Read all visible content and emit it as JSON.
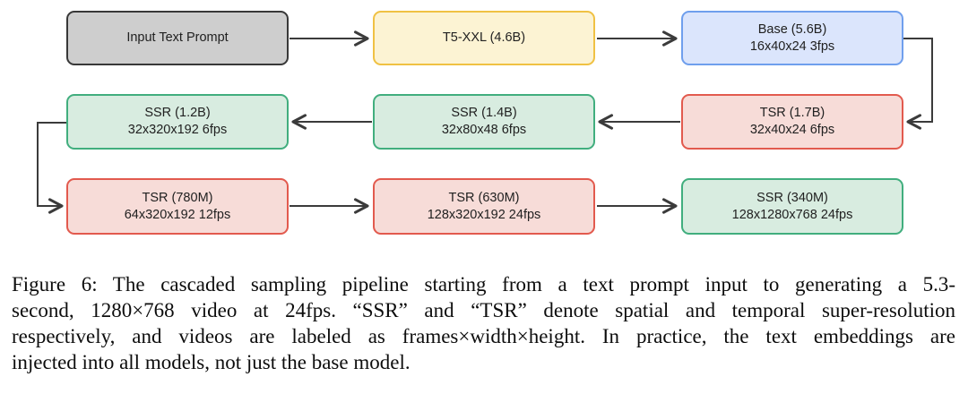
{
  "figure": {
    "label": "Figure 6:",
    "caption_full": "Figure 6: The cascaded sampling pipeline starting from a text prompt input to generating a 5.3-second, 1280×768 video at 24fps. “SSR” and “TSR” denote spatial and temporal super-resolution respectively, and videos are labeled as frames×width×height. In practice, the text embeddings are injected into all models, not just the base model.",
    "caption_lines": [
      "Figure 6: The cascaded sampling pipeline starting from a text prompt input to generating a 5.3-",
      "second, 1280×768 video at 24fps. “SSR” and “TSR” denote spatial and temporal super-resolution",
      "respectively, and videos are labeled as frames×width×height. In practice, the text embeddings are",
      "injected into all models, not just the base model."
    ]
  },
  "diagram": {
    "boxes": [
      {
        "id": "input-text-prompt",
        "title": "Input Text Prompt",
        "subtitle": "",
        "type": "gray"
      },
      {
        "id": "t5-xxl",
        "title": "T5-XXL (4.6B)",
        "subtitle": "",
        "type": "yellow"
      },
      {
        "id": "base",
        "title": "Base (5.6B)",
        "subtitle": "16x40x24 3fps",
        "type": "blue"
      },
      {
        "id": "ssr-1.2b",
        "title": "SSR (1.2B)",
        "subtitle": "32x320x192 6fps",
        "type": "green"
      },
      {
        "id": "ssr-1.4b",
        "title": "SSR (1.4B)",
        "subtitle": "32x80x48 6fps",
        "type": "green"
      },
      {
        "id": "tsr-1.7b",
        "title": "TSR (1.7B)",
        "subtitle": "32x40x24 6fps",
        "type": "red"
      },
      {
        "id": "tsr-780m",
        "title": "TSR (780M)",
        "subtitle": "64x320x192 12fps",
        "type": "red"
      },
      {
        "id": "tsr-630m",
        "title": "TSR (630M)",
        "subtitle": "128x320x192 24fps",
        "type": "red"
      },
      {
        "id": "ssr-340m",
        "title": "SSR (340M)",
        "subtitle": "128x1280x768 24fps",
        "type": "green"
      }
    ],
    "edges": [
      {
        "from": "input-text-prompt",
        "to": "t5-xxl"
      },
      {
        "from": "t5-xxl",
        "to": "base"
      },
      {
        "from": "base",
        "to": "tsr-1.7b"
      },
      {
        "from": "tsr-1.7b",
        "to": "ssr-1.4b"
      },
      {
        "from": "ssr-1.4b",
        "to": "ssr-1.2b"
      },
      {
        "from": "ssr-1.2b",
        "to": "tsr-780m"
      },
      {
        "from": "tsr-780m",
        "to": "tsr-630m"
      },
      {
        "from": "tsr-630m",
        "to": "ssr-340m"
      }
    ],
    "colors": {
      "gray_fill": "#cecece",
      "gray_border": "#383838",
      "yellow_fill": "#fcf3d3",
      "yellow_border": "#f0c143",
      "blue_fill": "#dbe5fc",
      "blue_border": "#6f9fed",
      "green_fill": "#d8ece0",
      "green_border": "#41ae7e",
      "red_fill": "#f7dcd8",
      "red_border": "#e25a4e",
      "arrow": "#3b3b3b"
    }
  }
}
